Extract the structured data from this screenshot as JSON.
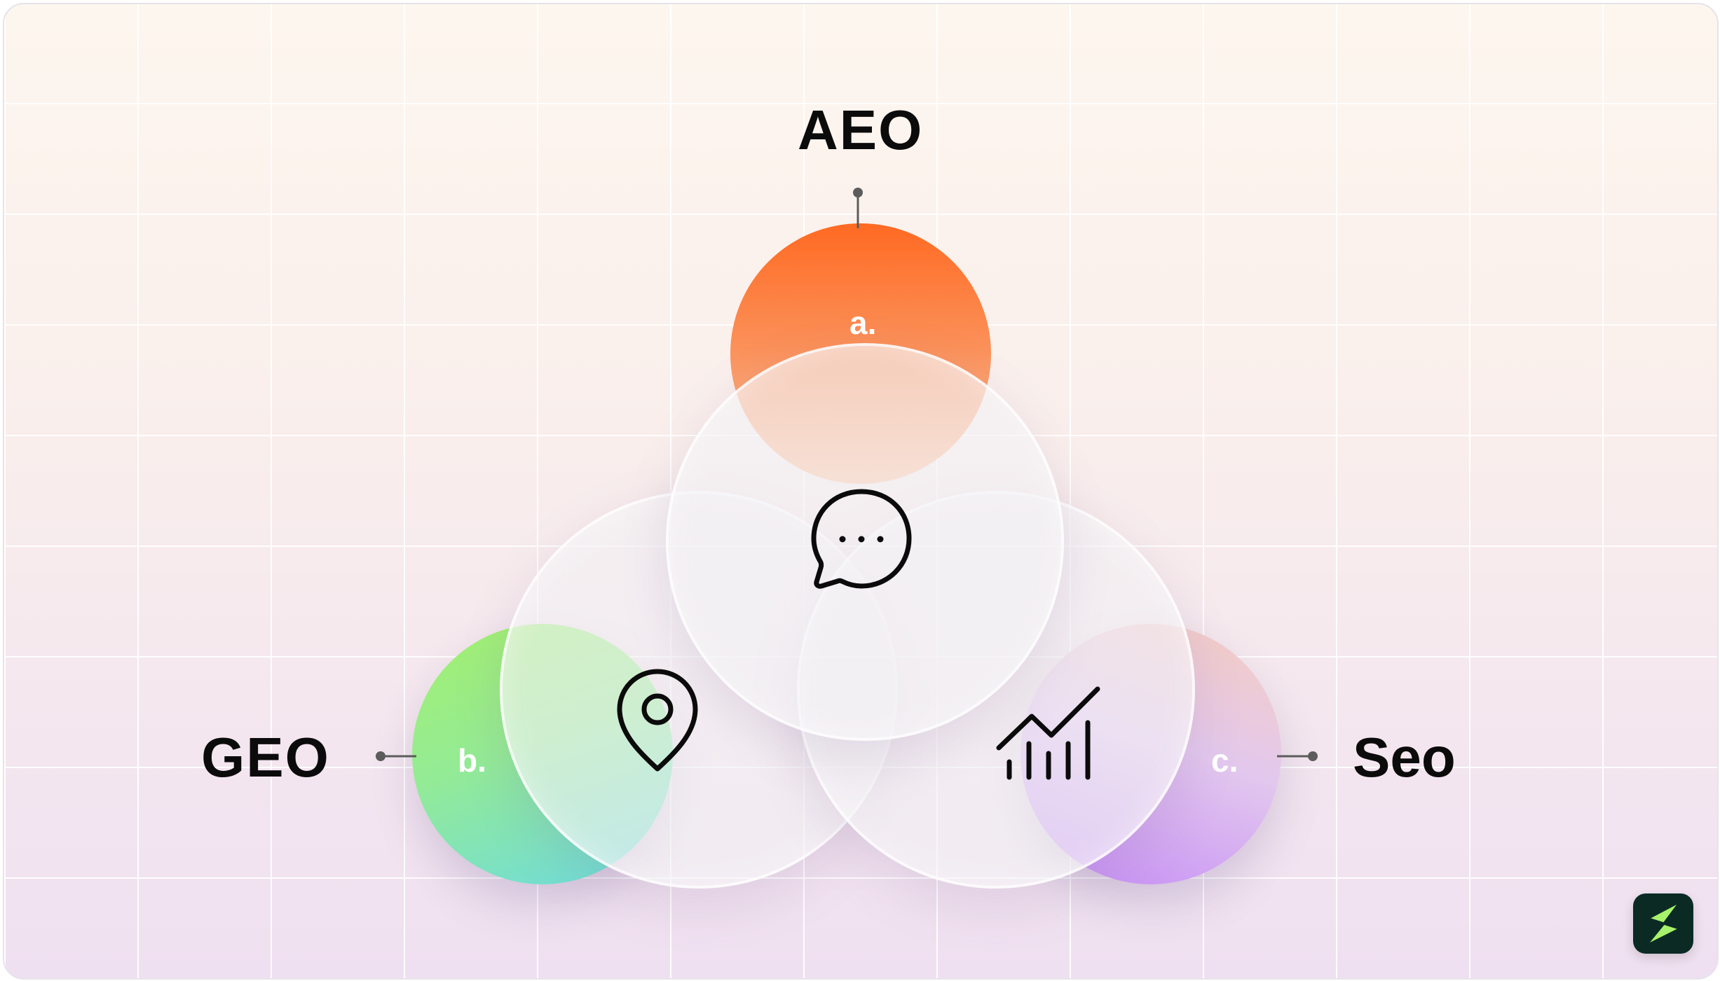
{
  "diagram": {
    "labels": {
      "top": "AEO",
      "left": "GEO",
      "right": "Seo"
    },
    "markers": {
      "top": "a.",
      "left": "b.",
      "right": "c."
    },
    "icons": {
      "top": "chat-bubble-icon",
      "left": "location-pin-icon",
      "right": "growth-chart-icon",
      "corner": "lightning-logo-icon"
    },
    "colors": {
      "aeo_orb": "#ff6a22",
      "geo_orb": "#a4f06e",
      "seo_orb": "#c48cf5",
      "logo_bg": "#0b2a24",
      "logo_accent": "#a7f26b"
    }
  }
}
